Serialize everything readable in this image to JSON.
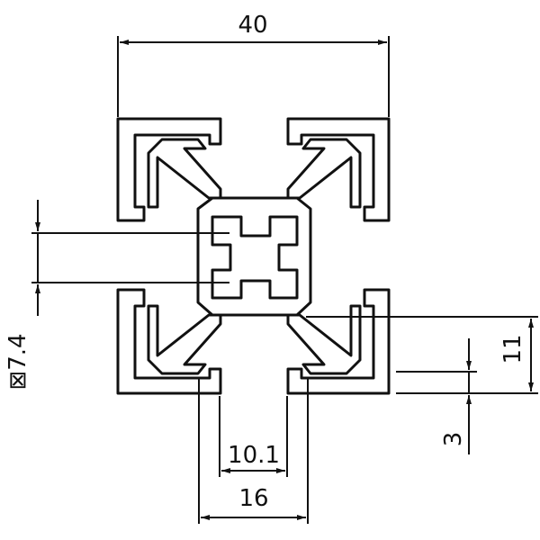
{
  "diagram": {
    "colors": {
      "ink": "#111111",
      "profile_fill": "#ffffff",
      "background": "#ffffff"
    },
    "dimensions": {
      "overall_width": "40",
      "bore_square": "⊠7.4",
      "slot_outer": "16",
      "slot_inner": "10.1",
      "wall_height": "11",
      "wall_thickness": "3"
    }
  }
}
